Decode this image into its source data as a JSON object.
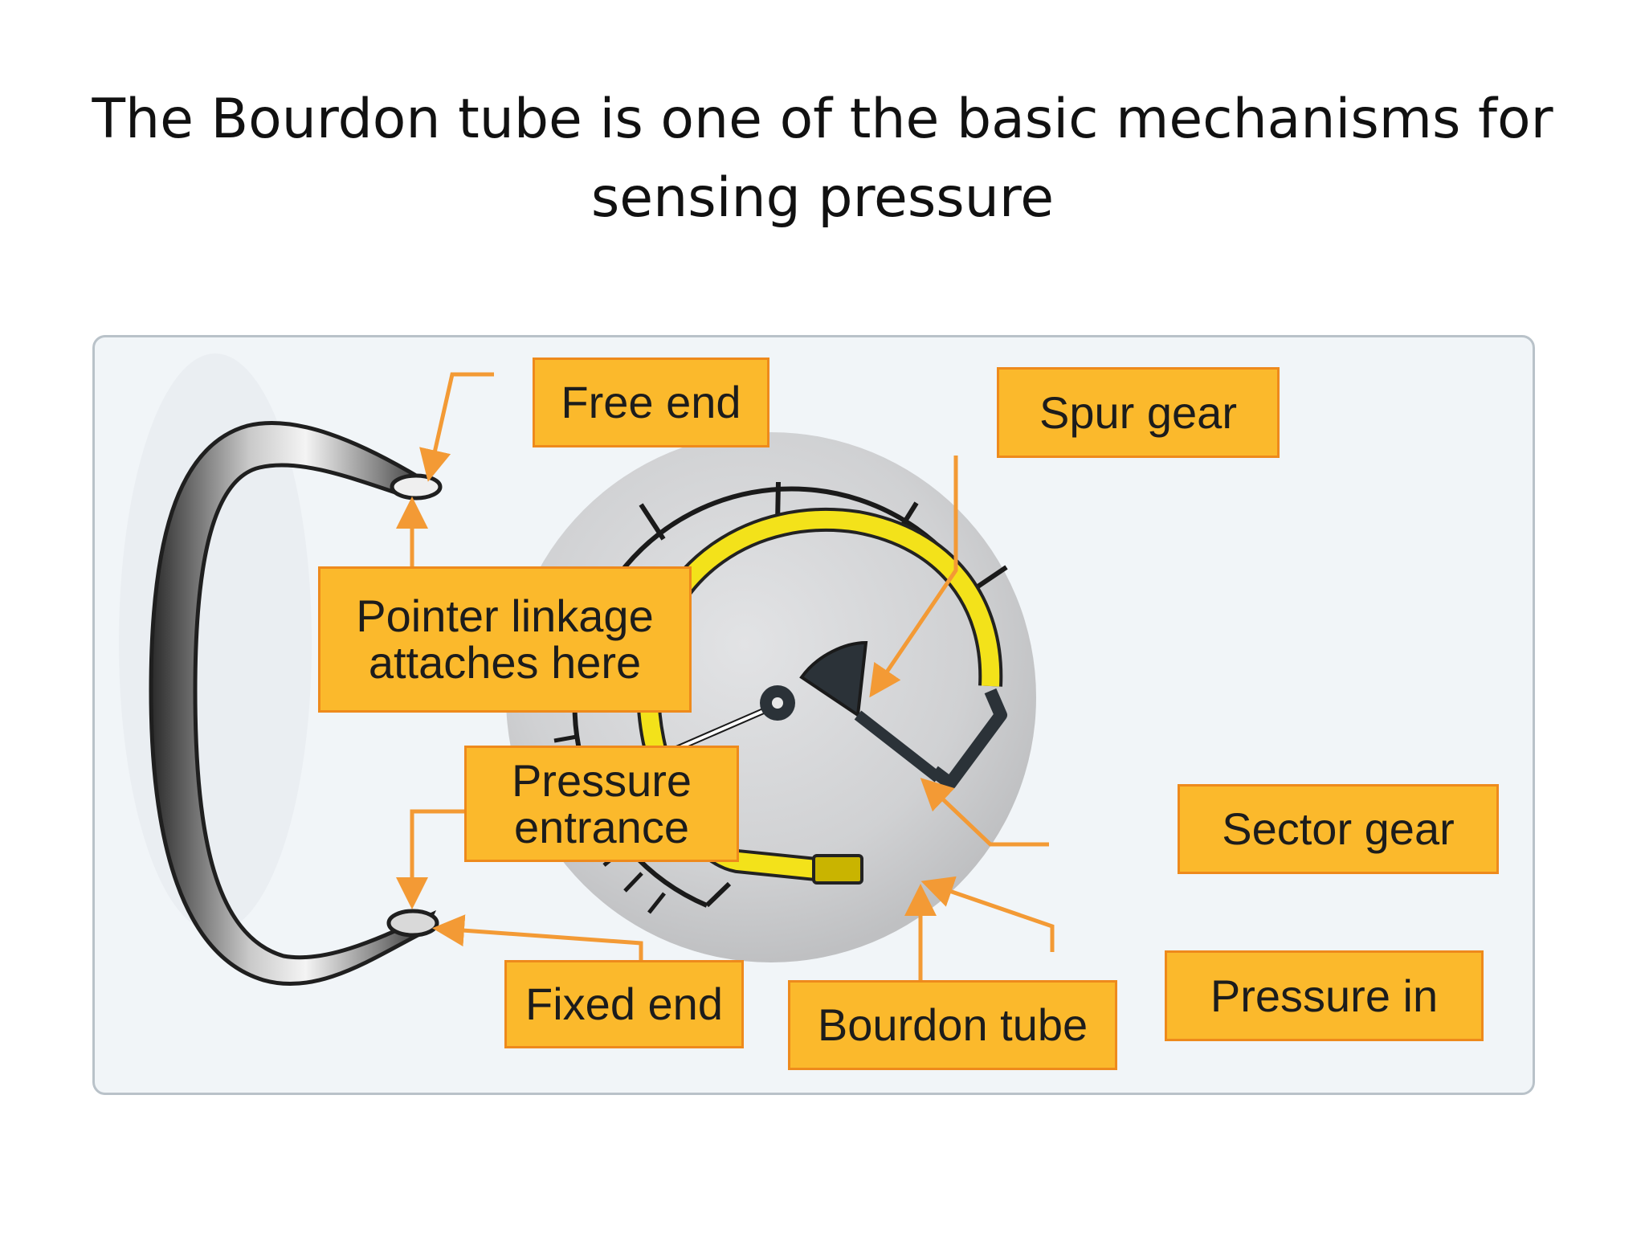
{
  "slide": {
    "title": "The Bourdon tube is one of the basic mechanisms for\nsensing pressure"
  },
  "diagram": {
    "labels": {
      "free_end": "Free end",
      "pointer_linkage": "Pointer linkage\nattaches here",
      "pressure_entrance": "Pressure\nentrance",
      "fixed_end": "Fixed end",
      "spur_gear": "Spur gear",
      "sector_gear": "Sector gear",
      "pressure_in": "Pressure in",
      "bourdon_tube": "Bourdon tube"
    },
    "colors": {
      "callout_fill": "#fbb92c",
      "callout_border": "#ee8a1c",
      "arrow": "#f39a35",
      "tube_yellow": "#f3e21a",
      "panel_bg": "#f1f5f8"
    }
  }
}
